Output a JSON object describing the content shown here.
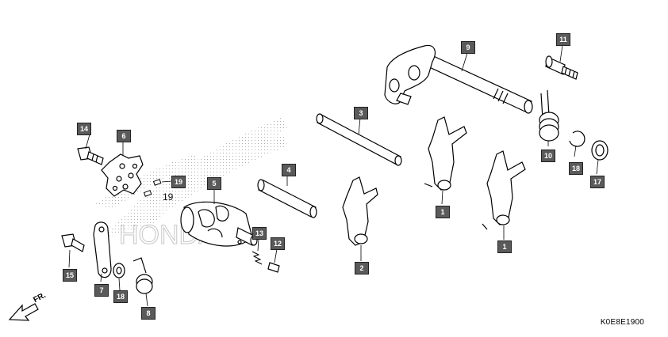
{
  "diagram": {
    "code": "K0E8E1900",
    "direction": "FR.",
    "callouts": [
      {
        "id": "c9",
        "label": "9"
      },
      {
        "id": "c11",
        "label": "11"
      },
      {
        "id": "c3",
        "label": "3"
      },
      {
        "id": "c14",
        "label": "14"
      },
      {
        "id": "c6",
        "label": "6"
      },
      {
        "id": "c19a",
        "label": "19"
      },
      {
        "id": "c19b",
        "label": "19"
      },
      {
        "id": "c5",
        "label": "5"
      },
      {
        "id": "c4",
        "label": "4"
      },
      {
        "id": "c10",
        "label": "10"
      },
      {
        "id": "c18a",
        "label": "18"
      },
      {
        "id": "c17",
        "label": "17"
      },
      {
        "id": "c1a",
        "label": "1"
      },
      {
        "id": "c1b",
        "label": "1"
      },
      {
        "id": "c13",
        "label": "13"
      },
      {
        "id": "c12",
        "label": "12"
      },
      {
        "id": "c2",
        "label": "2"
      },
      {
        "id": "c15",
        "label": "15"
      },
      {
        "id": "c7",
        "label": "7"
      },
      {
        "id": "c18b",
        "label": "18"
      },
      {
        "id": "c8",
        "label": "8"
      }
    ]
  }
}
